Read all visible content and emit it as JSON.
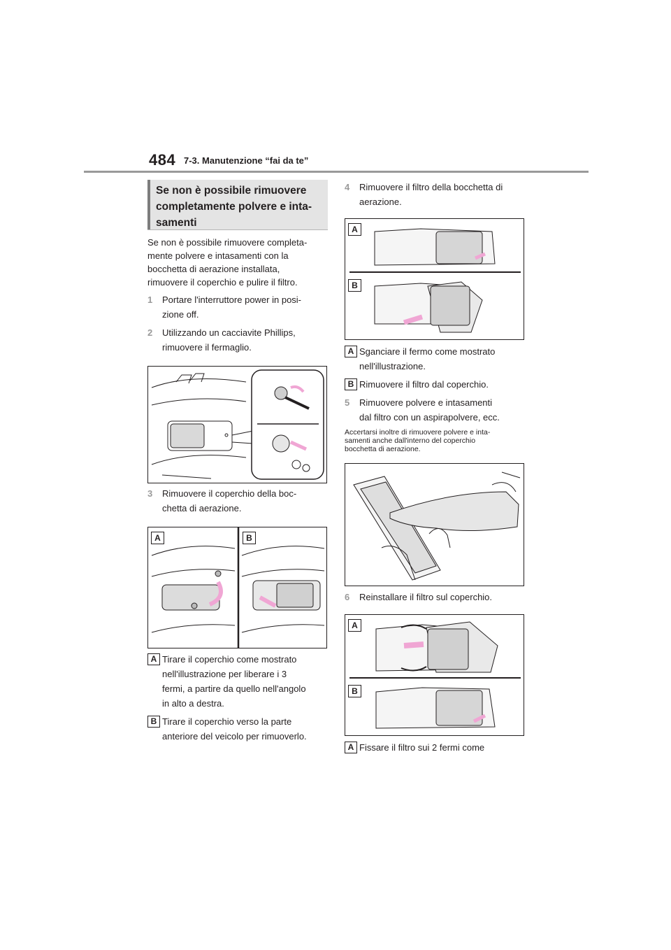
{
  "header": {
    "page_number": "484",
    "section_title": "7-3. Manutenzione “fai da te”"
  },
  "box_heading": {
    "line1": "Se non è possibile rimuovere",
    "line2": "completamente polvere e inta-",
    "line3": "samenti"
  },
  "intro": {
    "line1": "Se non è possibile rimuovere completa-",
    "line2": "mente polvere e intasamenti con la",
    "line3": "bocchetta di aerazione installata,",
    "line4": "rimuovere il coperchio e pulire il filtro."
  },
  "steps": {
    "s1": {
      "num": "1",
      "line1": "Portare l'interruttore power in posi-",
      "line2": "zione off."
    },
    "s2": {
      "num": "2",
      "line1": "Utilizzando un cacciavite Phillips,",
      "line2": "rimuovere il fermaglio."
    },
    "s3": {
      "num": "3",
      "line1": "Rimuovere il coperchio della boc-",
      "line2": "chetta di aerazione."
    },
    "s4": {
      "num": "4",
      "line1": "Rimuovere il filtro della bocchetta di",
      "line2": "aerazione."
    },
    "s5": {
      "num": "5",
      "line1": "Rimuovere polvere e intasamenti",
      "line2": "dal filtro con un aspirapolvere, ecc."
    },
    "s6": {
      "num": "6",
      "line1": "Reinstallare il filtro sul coperchio."
    }
  },
  "step3_subs": {
    "a": {
      "badge": "A",
      "line1": "Tirare il coperchio come mostrato",
      "line2": "nell'illustrazione per liberare i 3",
      "line3": "fermi, a partire da quello nell'angolo",
      "line4": "in alto a destra."
    },
    "b": {
      "badge": "B",
      "line1": "Tirare il coperchio verso la parte",
      "line2": "anteriore del veicolo per rimuoverlo."
    }
  },
  "step4_subs": {
    "a": {
      "badge": "A",
      "line1": "Sganciare il fermo come mostrato",
      "line2": "nell'illustrazione."
    },
    "b": {
      "badge": "B",
      "line1": "Rimuovere il filtro dal coperchio."
    }
  },
  "step5_note": {
    "line1": "Accertarsi inoltre di rimuovere polvere e inta-",
    "line2": "samenti anche dall'interno del coperchio",
    "line3": "bocchetta di aerazione."
  },
  "step6_subs": {
    "a": {
      "badge": "A",
      "line1": "Fissare il filtro sui 2 fermi come"
    }
  },
  "figure_labels": {
    "a": "A",
    "b": "B"
  },
  "colors": {
    "accent_pink": "#f0a6d4",
    "step_number": "#9a9a9a",
    "heading_bg": "#e4e4e4"
  }
}
